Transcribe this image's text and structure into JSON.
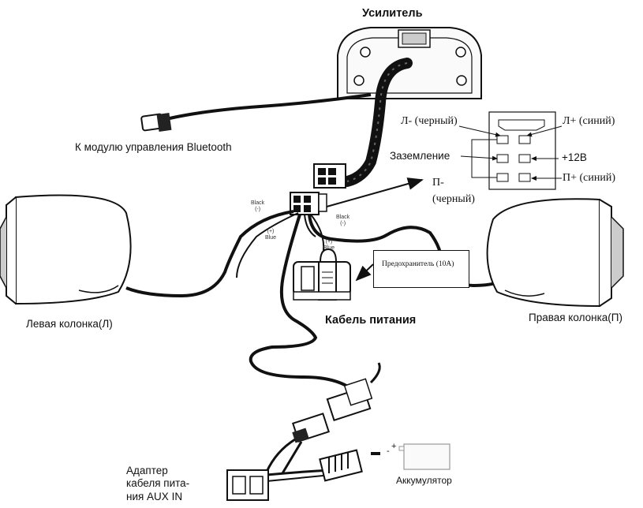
{
  "labels": {
    "amplifier": "Усилитель",
    "bt_module": "К модулю управления Bluetooth",
    "left_speaker": "Левая колонка(Л)",
    "right_speaker": "Правая колонка(П)",
    "power_cable": "Кабель питания",
    "fuse": "Предохранитель (10А)",
    "aux_adapter_line1": "Адаптер",
    "aux_adapter_line2": "кабеля пита-",
    "aux_adapter_line3": "ния AUX IN",
    "battery": "Аккумулятор"
  },
  "connector_pinout": {
    "l_minus": "Л- (черный)",
    "l_plus": "Л+ (синий)",
    "ground": "Заземление",
    "plus12v": "+12В",
    "r_minus_line1": "П-",
    "r_minus_line2": "(черный)",
    "r_plus": "П+ (синий)"
  },
  "wire_marks": {
    "black_left_1": "Black",
    "black_left_2": "(-)",
    "blue_left_1": "(+)",
    "blue_left_2": "Blue",
    "blue_right_1": "(+)",
    "blue_right_2": "Blue",
    "black_right_1": "Black",
    "black_right_2": "(-)"
  },
  "battery_signs": {
    "plus": "+",
    "minus": "-"
  }
}
